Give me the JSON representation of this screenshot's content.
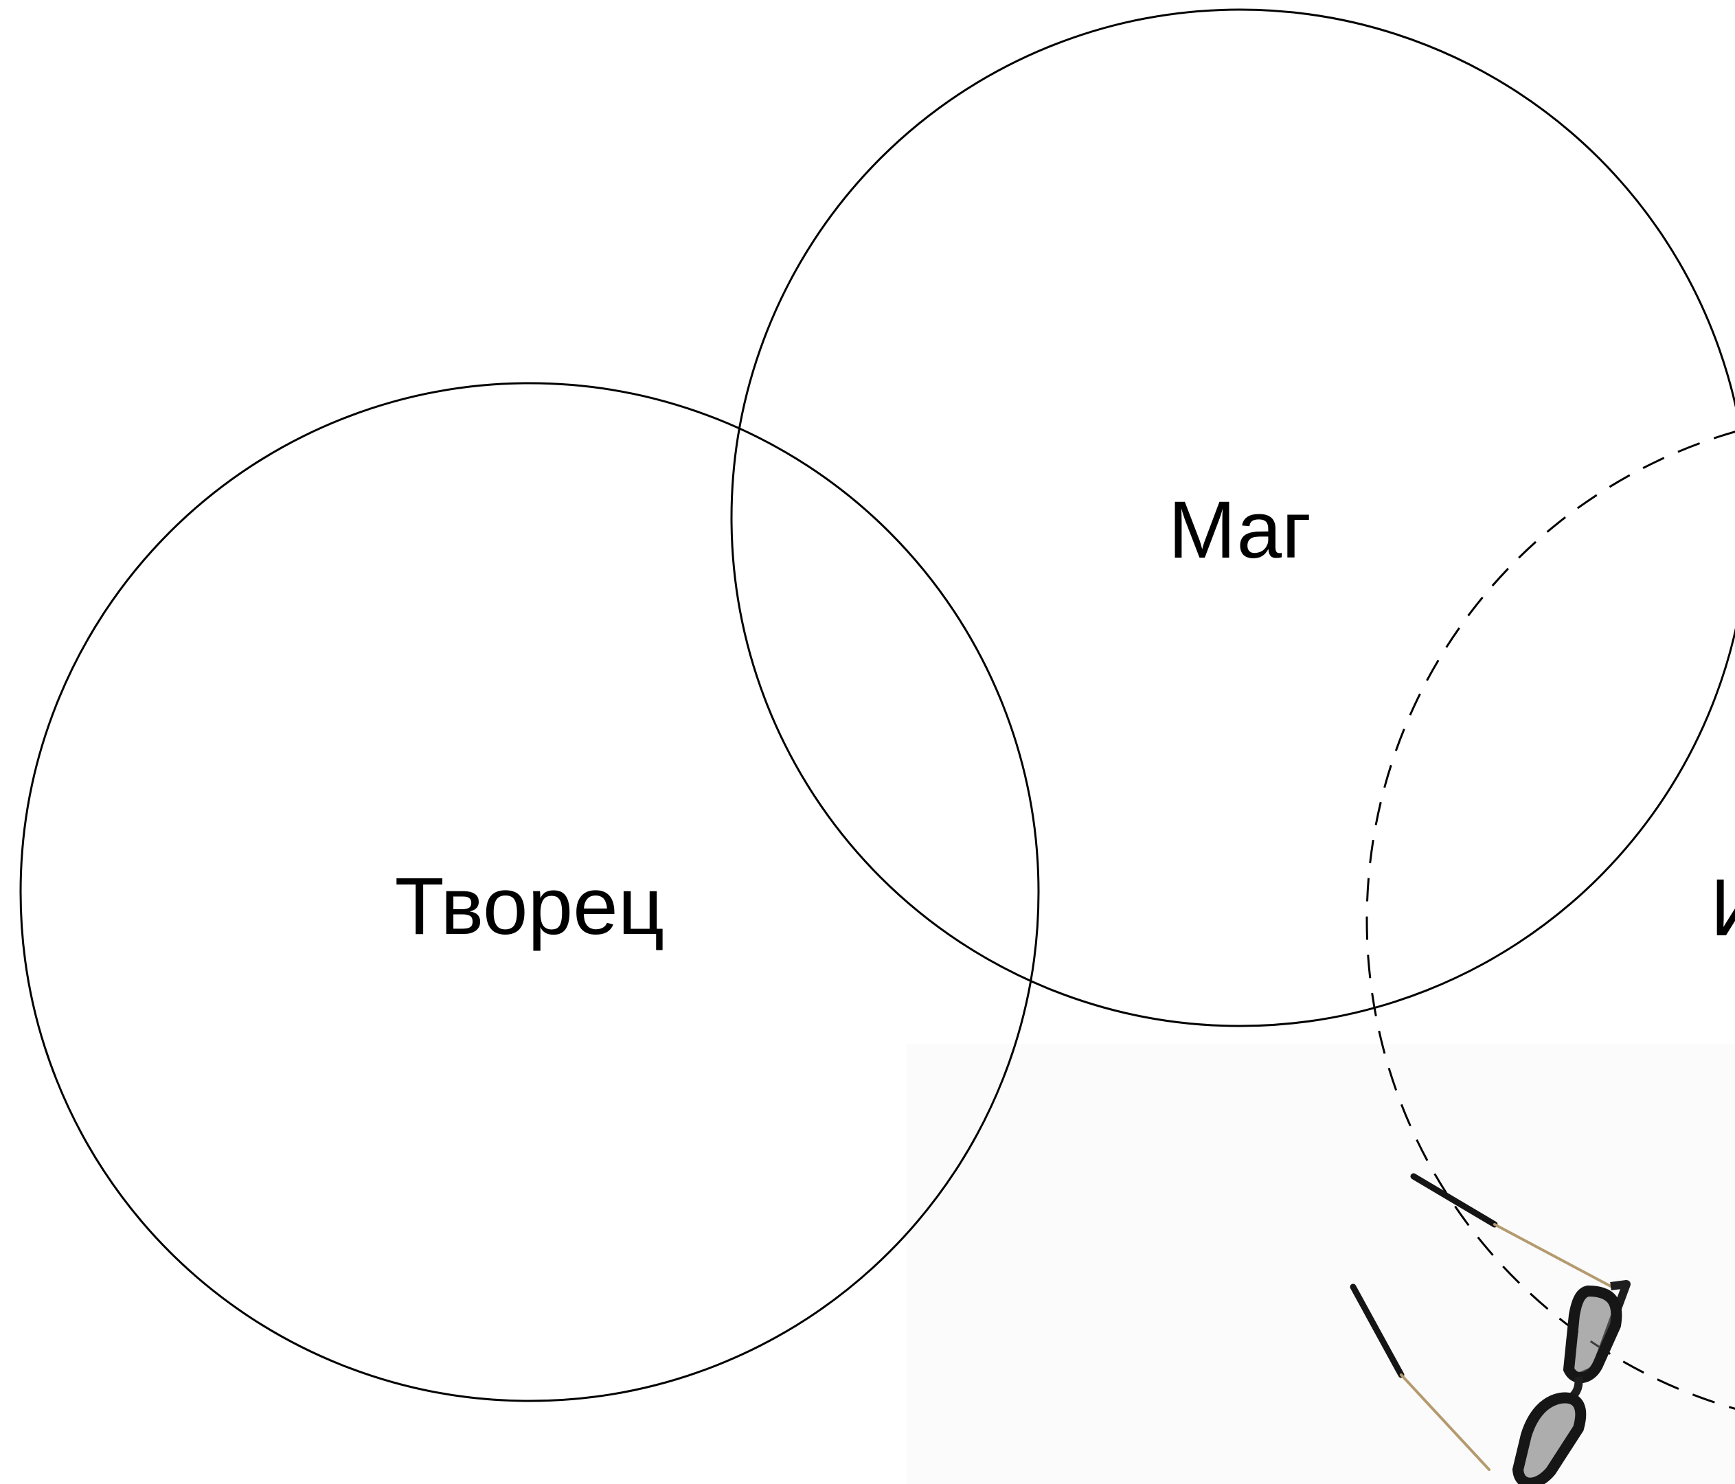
{
  "diagram": {
    "circles": [
      {
        "id": "creator",
        "label": "Творец",
        "style": "solid"
      },
      {
        "id": "magician",
        "label": "Маг",
        "style": "solid"
      },
      {
        "id": "partial",
        "label": "И",
        "style": "dashed"
      }
    ]
  },
  "image": {
    "icon": "eyeglasses-icon"
  }
}
